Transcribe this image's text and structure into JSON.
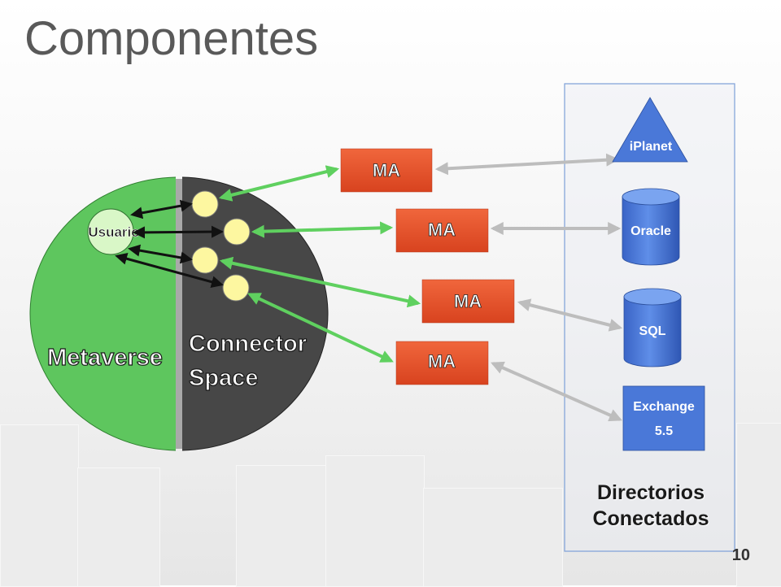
{
  "title": "Componentes",
  "slide_number": "10",
  "metaverse": {
    "label": "Metaverse",
    "object_label": "Usuario"
  },
  "connector_space": {
    "line1": "Connector",
    "line2": "Space"
  },
  "management_agents": [
    "MA",
    "MA",
    "MA",
    "MA"
  ],
  "directories": {
    "iplanet": "iPlanet",
    "oracle": "Oracle",
    "sql": "SQL",
    "exchange_line1": "Exchange",
    "exchange_line2": "5.5"
  },
  "connected_directories": {
    "line1": "Directorios",
    "line2": "Conectados"
  },
  "colors": {
    "metaverse_green": "#5ec65e",
    "connector_dark": "#474747",
    "ma_orange": "#e4522b",
    "directory_blue": "#4a78d8",
    "object_yellow": "#fdf7a0",
    "link_green": "#5fd05f",
    "link_gray": "#bdbdbd"
  }
}
